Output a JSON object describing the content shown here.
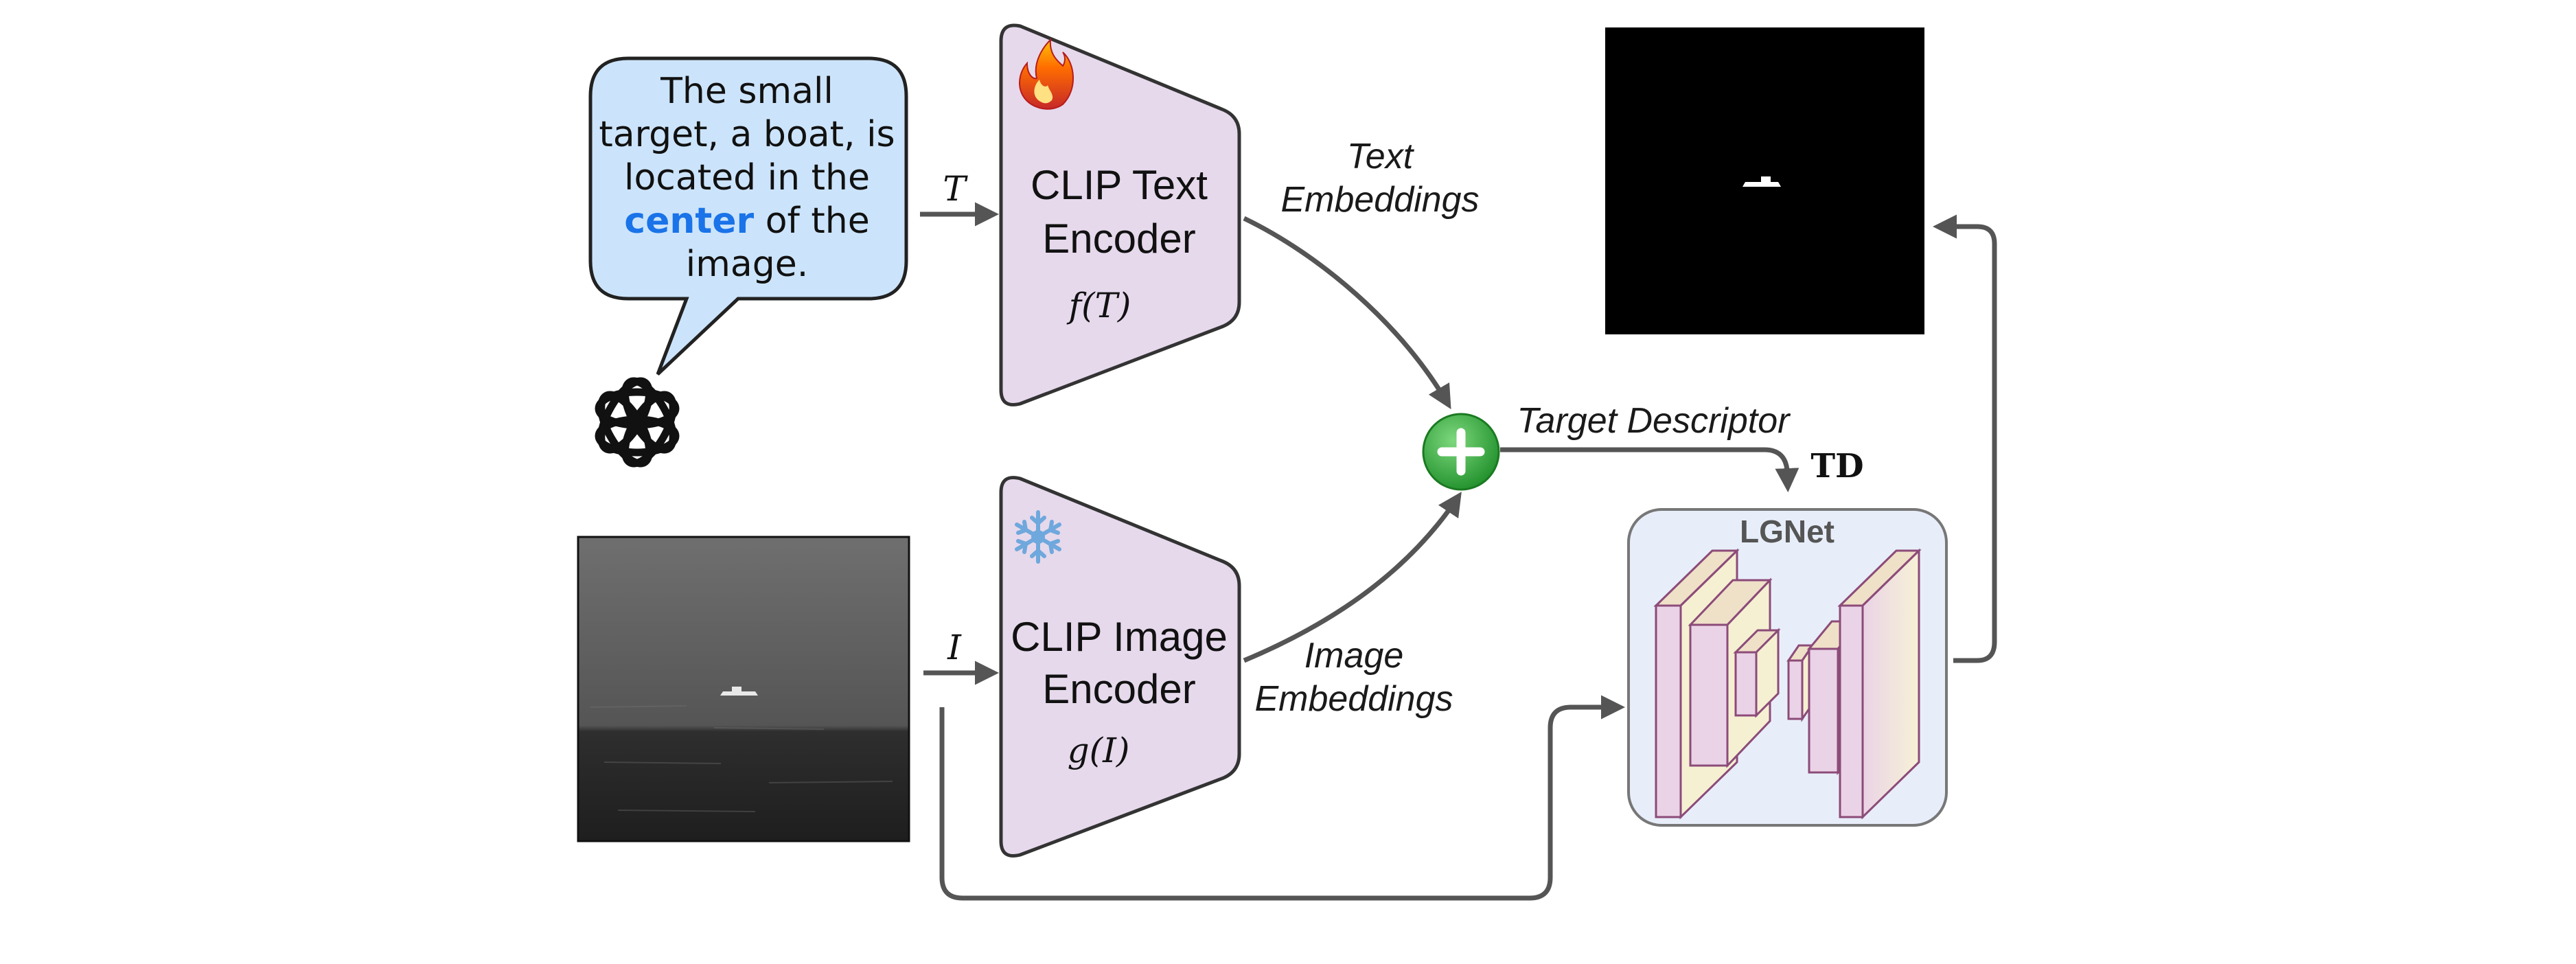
{
  "speech_bubble": {
    "line1": "The small",
    "line2": "target, a boat, is",
    "line3": "located in the",
    "line4_highlight": "center",
    "line4_rest": " of the",
    "line5": "image.",
    "highlight_color": "#1a73e8"
  },
  "inputs": {
    "text_symbol": "T",
    "image_symbol": "I"
  },
  "text_encoder": {
    "line1": "CLIP Text",
    "line2": "Encoder",
    "func": "f(T)",
    "status_icon": "fire-icon"
  },
  "image_encoder": {
    "line1": "CLIP Image",
    "line2": "Encoder",
    "func": "g(I)",
    "status_icon": "snowflake-icon"
  },
  "edge_labels": {
    "text_emb_1": "Text",
    "text_emb_2": "Embeddings",
    "image_emb_1": "Image",
    "image_emb_2": "Embeddings",
    "target_descriptor": "Target Descriptor",
    "td": "TD"
  },
  "network": {
    "title": "LGNet"
  },
  "colors": {
    "encoder_fill": "#e6d9ec",
    "bubble_fill": "#cce4fb",
    "lgnet_fill": "#e8eef9",
    "add_node": "#3aa53a",
    "arrow": "#555555"
  }
}
